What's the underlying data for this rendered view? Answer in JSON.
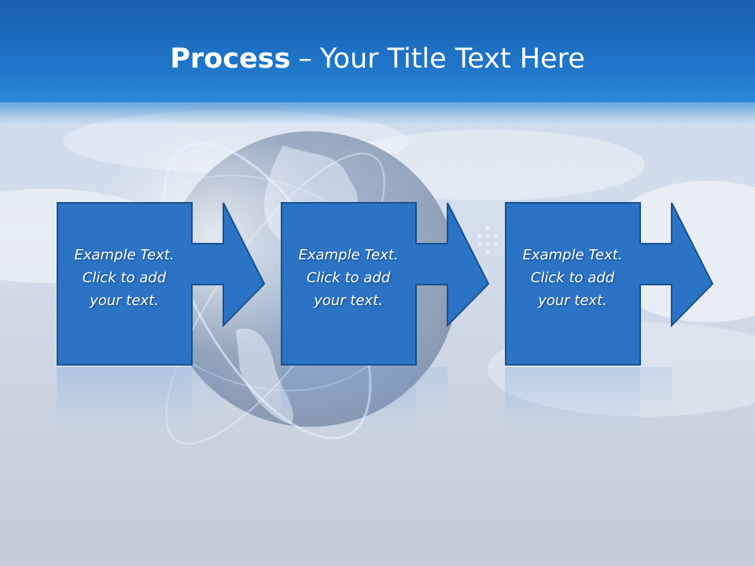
{
  "title": {
    "bold": "Process",
    "dash": "–",
    "rest": "Your Title Text Here"
  },
  "steps": [
    {
      "line1": "Example Text.",
      "line2": "Click  to add",
      "line3": "your text."
    },
    {
      "line1": "Example Text.",
      "line2": "Click  to add",
      "line3": "your text."
    },
    {
      "line1": "Example Text.",
      "line2": "Click  to add",
      "line3": "your text."
    }
  ],
  "colors": {
    "header": "#1e74c8",
    "box_fill": "#2b74c5",
    "box_border": "#1a4f8f",
    "title_text": "#ffffff"
  }
}
